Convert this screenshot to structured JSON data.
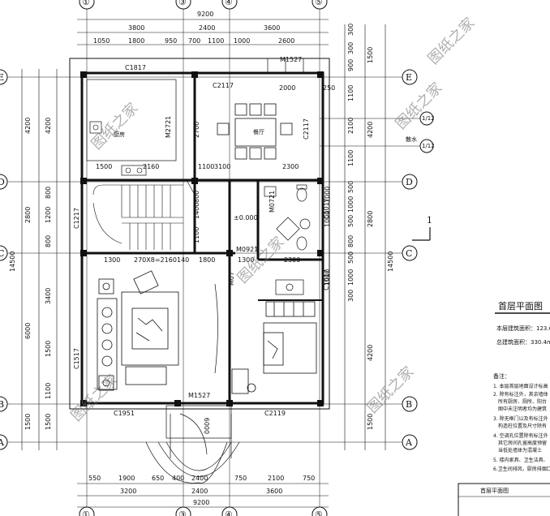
{
  "axes": {
    "top": [
      "①",
      "③",
      "④",
      "⑤"
    ],
    "bottom": [
      "①",
      "③",
      "④",
      "⑤"
    ],
    "left": [
      "E",
      "D",
      "C",
      "B",
      "A"
    ],
    "right": [
      "E",
      "D",
      "C",
      "B",
      "A"
    ],
    "right_sub": [
      "1/12",
      "1/12"
    ],
    "section_mark": "1"
  },
  "dims_top": {
    "total": "9200",
    "row2": [
      "3800",
      "2400",
      "3600"
    ],
    "row3": [
      "1050",
      "1800",
      "950",
      "700",
      "1100",
      "1000",
      "2600"
    ]
  },
  "dims_bottom": {
    "row1": [
      "550",
      "1900",
      "650",
      "400",
      "2400",
      "750",
      "2100",
      "750"
    ],
    "row2": [
      "3200",
      "2400",
      "3600"
    ],
    "total": "9200"
  },
  "dims_left": {
    "outer": [
      "4200",
      "2800",
      "6000",
      "1500"
    ],
    "inner": [
      "4200",
      "800",
      "1200",
      "800",
      "3400",
      "1500",
      "1100",
      "1500"
    ],
    "total": "14500"
  },
  "dims_right": {
    "col1": [
      "300",
      "900",
      "300",
      "1100",
      "2100",
      "1100",
      "500",
      "1000",
      "500",
      "800",
      "500",
      "1000",
      "300"
    ],
    "col2": [
      "1500",
      "4200",
      "2800",
      "4200",
      "1500"
    ],
    "col3": [
      "14500"
    ],
    "col_inner": [
      "1000",
      "1000",
      "1000"
    ]
  },
  "inner_dims": [
    "1500",
    "2160",
    "1100",
    "3100",
    "2300",
    "2000",
    "250",
    "2700",
    "1300",
    "270X8=2160",
    "140",
    "1800",
    "1300",
    "2300",
    "1100",
    "1400",
    "800"
  ],
  "rooms": {
    "kitchen": "厨房",
    "dining": "餐厅",
    "level": "±0.000",
    "drain": "散水"
  },
  "windows": {
    "C1817": "C1817",
    "C2117a": "C2117",
    "C2117b": "C2117",
    "C1217": "C1217",
    "C1517": "C1517",
    "C1951": "C1951",
    "C2119": "C2119",
    "C1017a": "C1017",
    "C1017b": "C1017"
  },
  "doors": {
    "M1527_top": "M1527",
    "M1527_bottom": "M1527",
    "M2721": "M2721",
    "M0921": "M0921",
    "M0721": "M0721",
    "M07b": "M07",
    "M0009": "0009"
  },
  "title_block": {
    "title": "首层平面图",
    "area1_label": "本层建筑面积：123.6",
    "area2_label": "总建筑面积：330.4m",
    "notes_title": "备注：",
    "notes": [
      "1. 本层首层地面设计标高",
      "2. 除有标注外，其余墙体",
      "所有厨房、厕所、阳台",
      "图中未注明者均为建筑",
      "3. 除无框门以及有标注外",
      "构造柱位置及尺寸除有",
      "4. 空调孔位置除有标注外",
      "其它房间孔留高度预留",
      "当低处墙体为混凝土",
      "5. 楼内家具、卫生洁具、",
      "6.卫生间排风，厨房排烟口"
    ],
    "stamp": "首层平面图"
  },
  "watermarks": [
    "图纸之家",
    "图纸之家",
    "图纸之家",
    "图纸之家",
    "图纸之家",
    "图纸之家"
  ]
}
